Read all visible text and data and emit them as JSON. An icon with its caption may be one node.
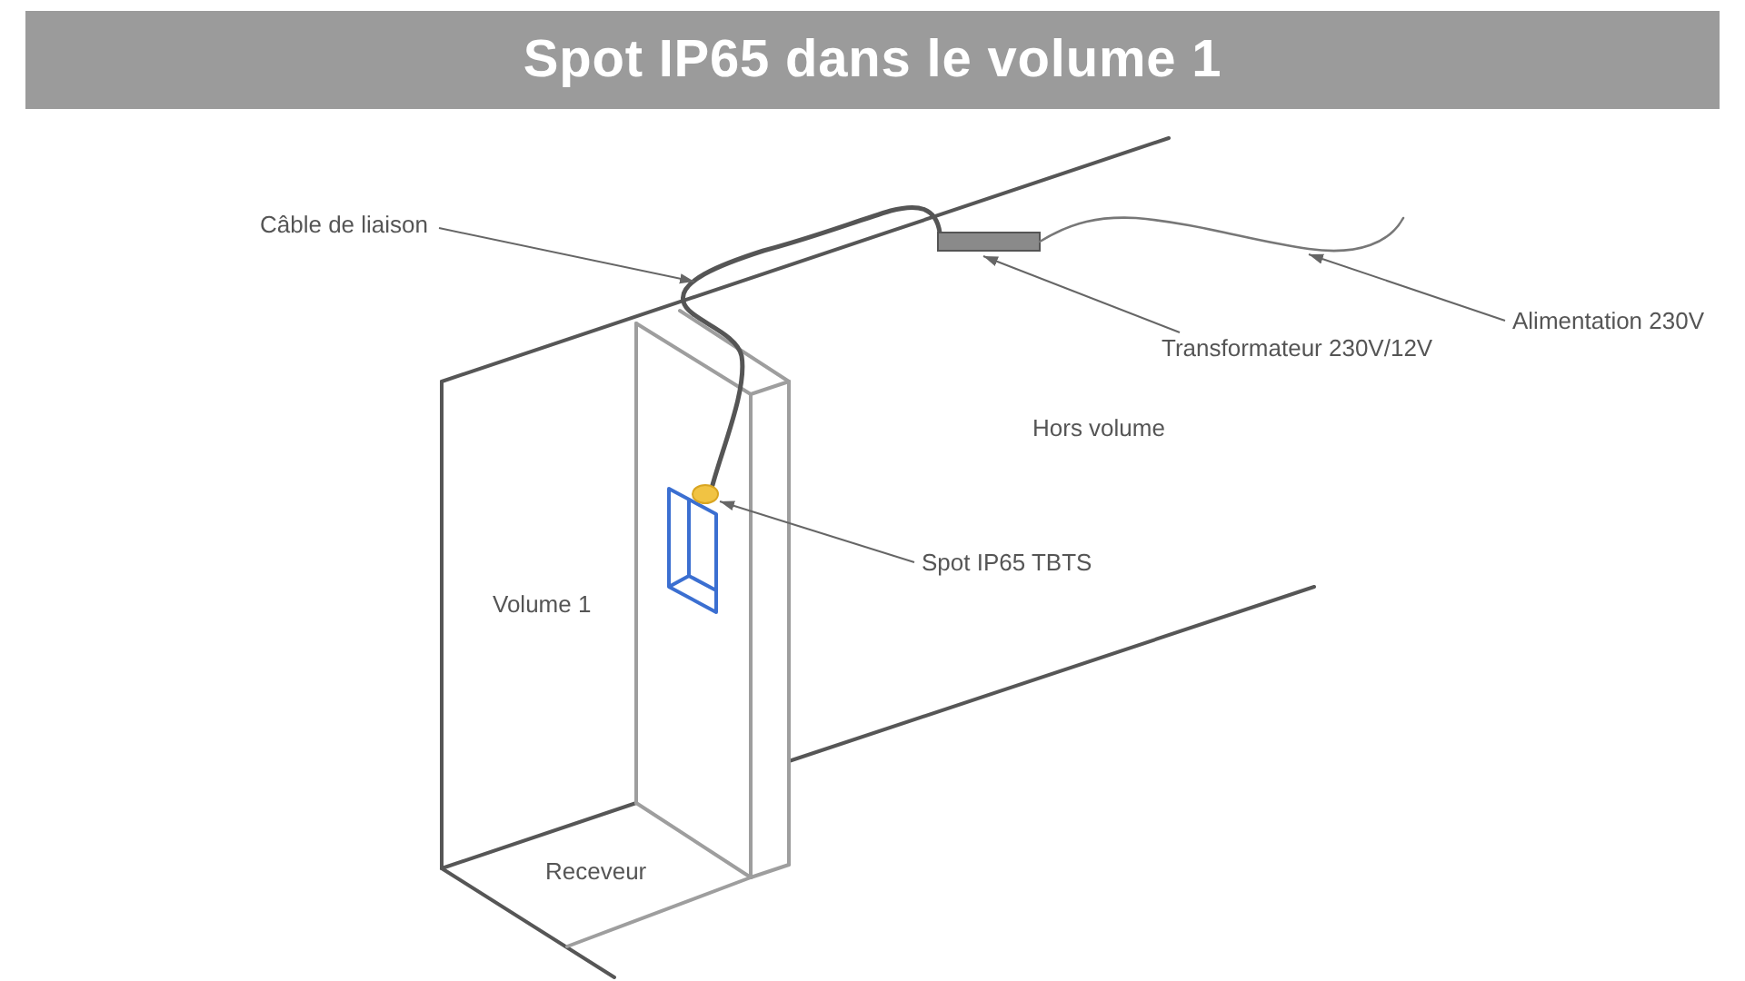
{
  "diagram": {
    "title": "Spot IP65 dans le volume 1",
    "nodes": [
      {
        "text": [
          "Câble de liaison"
        ]
      },
      {
        "text": [],
        "shape": "line"
      },
      {
        "text": [],
        "shape": "bar"
      },
      {
        "text": [],
        "shape": "line"
      },
      {
        "text": [
          "Alimentation 230V"
        ]
      },
      {
        "text": [
          "Transformateur 230V/12V"
        ]
      },
      {
        "text": [],
        "shape": "circle"
      },
      {
        "text": [
          "Spot IP65 TBTS"
        ]
      }
    ],
    "edges": [
      {
        "from": 0,
        "to": 1,
        "arrow": "to"
      },
      {
        "from": 4,
        "to": 3,
        "arrow": "to"
      },
      {
        "from": 5,
        "to": 2,
        "arrow": "to"
      },
      {
        "from": 7,
        "to": 6,
        "arrow": "to"
      }
    ],
    "labels": [
      "Hors volume",
      "Volume 1",
      "Receveur"
    ]
  }
}
